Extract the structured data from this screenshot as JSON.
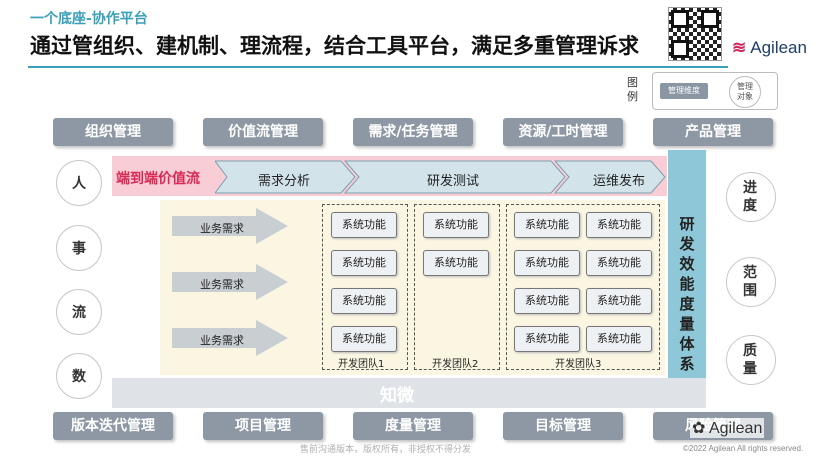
{
  "header": {
    "subtitle": "一个底座-协作平台",
    "title": "通过管组织、建机制、理流程，结合工具平台，满足多重管理诉求",
    "logo_text": "Agilean"
  },
  "legend": {
    "label": "图例",
    "dimension": "管理维度",
    "object": "管理对象"
  },
  "top_tabs": [
    "组织管理",
    "价值流管理",
    "需求/任务管理",
    "资源/工时管理",
    "产品管理"
  ],
  "bottom_tabs": [
    "版本迭代管理",
    "项目管理",
    "度量管理",
    "目标管理",
    "风险管理"
  ],
  "left_circles": [
    "人",
    "事",
    "流",
    "数"
  ],
  "right_circles": [
    "进度",
    "范围",
    "质量"
  ],
  "value_stream": {
    "label": "端到端价值流",
    "stages": [
      "需求分析",
      "研发测试",
      "运维发布"
    ]
  },
  "requirements": [
    "业务需求",
    "业务需求",
    "业务需求"
  ],
  "function_label": "系统功能",
  "teams": [
    "开发团队1",
    "开发团队2",
    "开发团队3"
  ],
  "metrics_system": "研发效能度量体系",
  "base": "知微",
  "footer": "售前沟通版本，版权所有，非授权不得分发",
  "copyright": "©2022 Agilean All rights reserved.",
  "watermark": "Agilean"
}
